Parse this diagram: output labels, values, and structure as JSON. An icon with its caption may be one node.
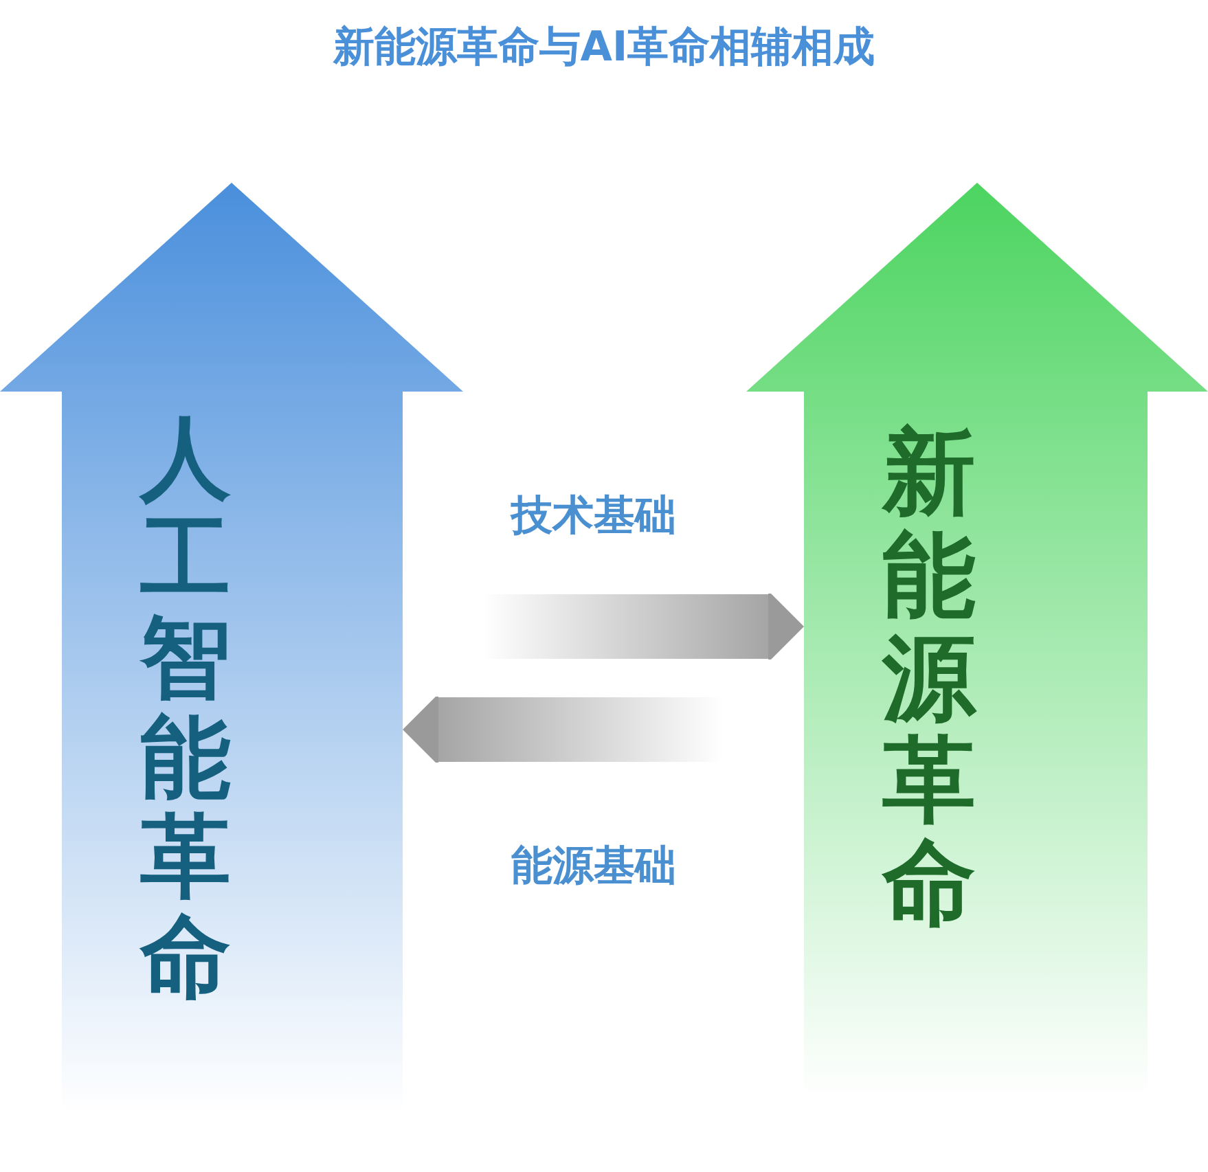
{
  "diagram": {
    "title": "新能源革命与AI革命相辅相成",
    "nodes": [
      {
        "text": [
          "人工智能革命"
        ]
      },
      {
        "text": [
          "新能源革命"
        ]
      }
    ],
    "edges": [
      {
        "from": 0,
        "to": 1,
        "arrow": "to",
        "label": "技术基础"
      },
      {
        "from": 1,
        "to": 0,
        "arrow": "to",
        "label": "能源基础"
      }
    ]
  }
}
